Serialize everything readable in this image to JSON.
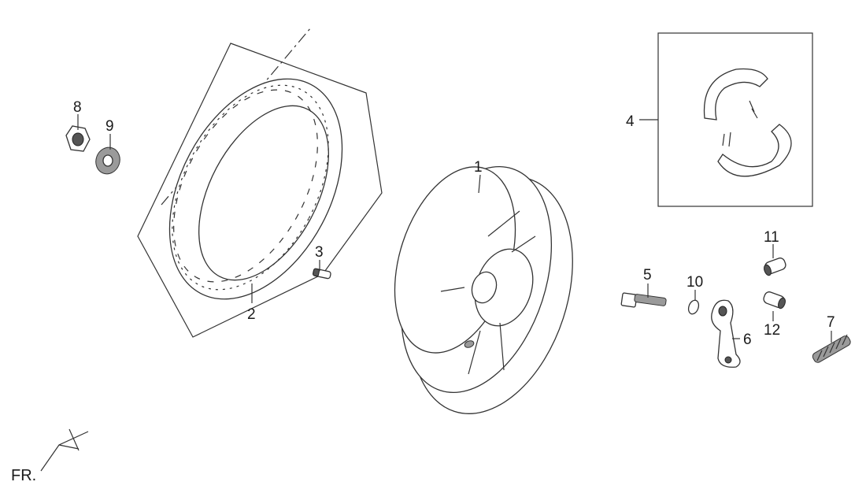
{
  "callouts": {
    "c1": "1",
    "c2": "2",
    "c3": "3",
    "c4": "4",
    "c5": "5",
    "c6": "6",
    "c7": "7",
    "c8": "8",
    "c9": "9",
    "c10": "10",
    "c11": "11",
    "c12": "12"
  },
  "orientation": {
    "label": "FR."
  },
  "colors": {
    "line": "#333333",
    "background": "#ffffff"
  }
}
